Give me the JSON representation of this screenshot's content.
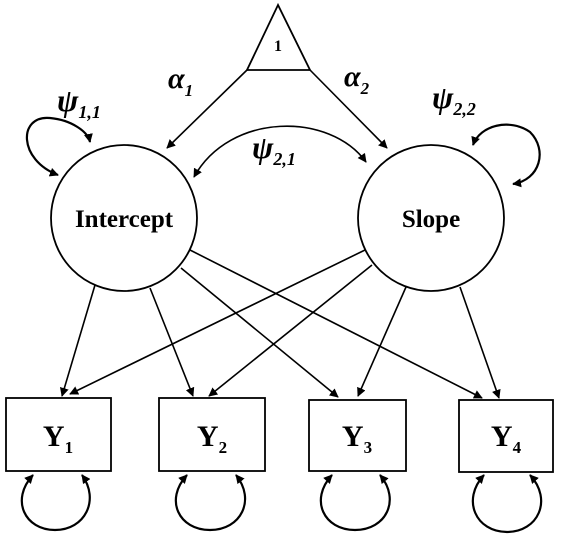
{
  "colors": {
    "stroke": "#000000",
    "fill": "#ffffff"
  },
  "constant": {
    "label": "1"
  },
  "latent": {
    "intercept": "Intercept",
    "slope": "Slope"
  },
  "observed": [
    {
      "letter": "Y",
      "sub": "1"
    },
    {
      "letter": "Y",
      "sub": "2"
    },
    {
      "letter": "Y",
      "sub": "3"
    },
    {
      "letter": "Y",
      "sub": "4"
    }
  ],
  "params": {
    "alpha1": {
      "symbol": "α",
      "sub": "1"
    },
    "alpha2": {
      "symbol": "α",
      "sub": "2"
    },
    "psi11": {
      "symbol": "ψ",
      "sub": "1,1"
    },
    "psi22": {
      "symbol": "ψ",
      "sub": "2,2"
    },
    "psi21": {
      "symbol": "ψ",
      "sub": "2,1"
    }
  }
}
